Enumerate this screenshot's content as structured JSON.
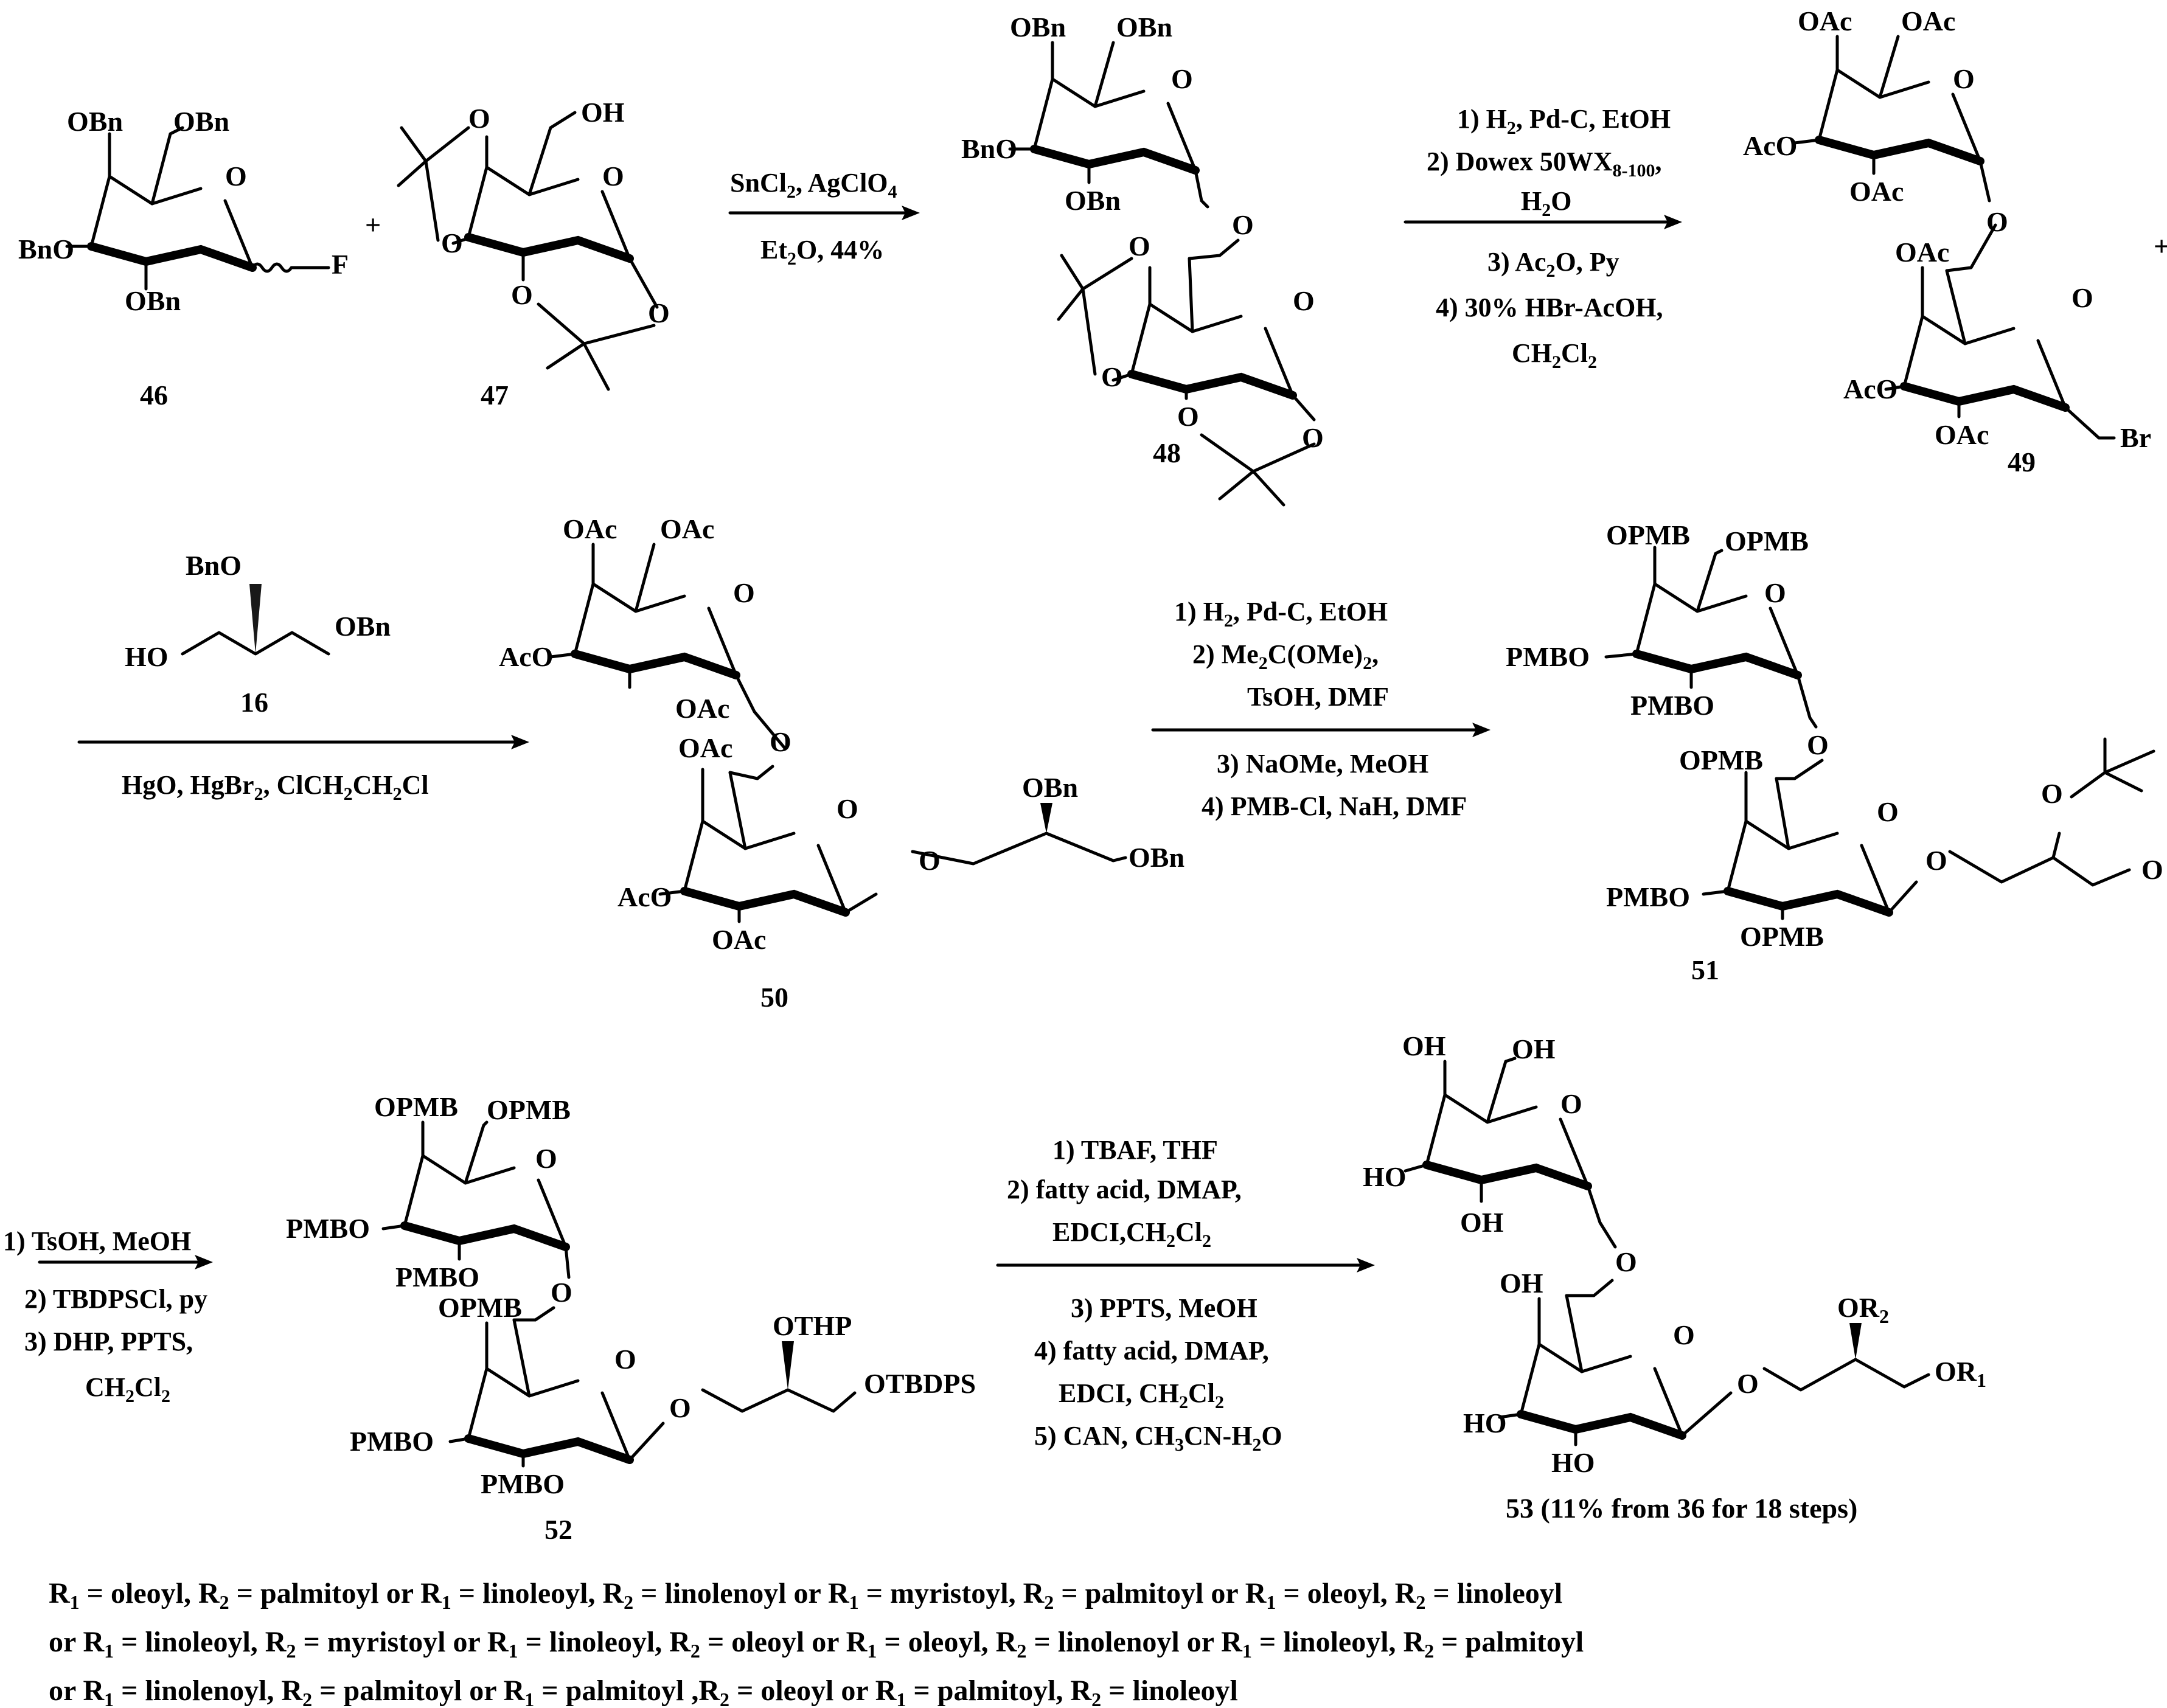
{
  "compounds": {
    "c46": {
      "number": "46",
      "labels": {
        "obn4": "OBn",
        "obn6": "OBn",
        "ring_o": "O",
        "bno3": "BnO",
        "obn2": "OBn",
        "f": "F"
      }
    },
    "plus1": "+",
    "c47": {
      "number": "47",
      "labels": {
        "oh": "OH",
        "o4": "O",
        "o3": "O",
        "ring_o": "O",
        "o2": "O",
        "o1": "O"
      }
    },
    "c48": {
      "number": "48",
      "labels": {
        "obn4": "OBn",
        "obn6": "OBn",
        "ring_o": "O",
        "bno3": "BnO",
        "obn2": "OBn",
        "link_o": "O",
        "o4b": "O",
        "o3b": "O",
        "ring_ob": "O",
        "o2b": "O",
        "o1b": "O"
      }
    },
    "c49": {
      "number": "49",
      "labels": {
        "oac4": "OAc",
        "oac6": "OAc",
        "ring_o": "O",
        "aco3": "AcO",
        "oac2": "OAc",
        "link_o": "O",
        "oac4b": "OAc",
        "ring_ob": "O",
        "aco3b": "AcO",
        "oac2b": "OAc",
        "br": "Br"
      }
    },
    "plus2": "+",
    "c16": {
      "number": "16",
      "labels": {
        "bno": "BnO",
        "obn": "OBn",
        "ho": "HO"
      }
    },
    "c50": {
      "number": "50",
      "labels": {
        "oac4": "OAc",
        "oac6": "OAc",
        "ring_o": "O",
        "aco3": "AcO",
        "oac2": "OAc",
        "link_o": "O",
        "oac4b": "OAc",
        "ring_ob": "O",
        "aco3b": "AcO",
        "oac2b": "OAc",
        "gly_o": "O",
        "obn_a": "OBn",
        "obn_b": "OBn"
      }
    },
    "c51": {
      "number": "51",
      "labels": {
        "opmb4": "OPMB",
        "opmb6": "OPMB",
        "ring_o": "O",
        "pmbo3": "PMBO",
        "pmbo2": "PMBO",
        "link_o": "O",
        "opmb4b": "OPMB",
        "ring_ob": "O",
        "pmbo3b": "PMBO",
        "opmb2b": "OPMB",
        "gly_o": "O",
        "o_a": "O",
        "o_b": "O"
      }
    },
    "c52": {
      "number": "52",
      "labels": {
        "opmb4": "OPMB",
        "opmb6": "OPMB",
        "ring_o": "O",
        "pmbo3": "PMBO",
        "pmbo2": "PMBO",
        "link_o": "O",
        "opmb4b": "OPMB",
        "ring_ob": "O",
        "pmbo3b": "PMBO",
        "pmbo2b": "PMBO",
        "gly_o": "O",
        "othp": "OTHP",
        "otbdps": "OTBDPS"
      }
    },
    "c53": {
      "number": "53 (11% from 36 for 18 steps)",
      "labels": {
        "oh4": "OH",
        "oh6": "OH",
        "ring_o": "O",
        "ho3": "HO",
        "oh2": "OH",
        "link_o": "O",
        "oh4b": "OH",
        "ring_ob": "O",
        "ho3b": "HO",
        "ho2b": "HO",
        "gly_o": "O",
        "or2_o": "OR",
        "or2_sub": "2",
        "or1_o": "OR",
        "or1_sub": "1"
      }
    }
  },
  "conditions": {
    "step1": {
      "above": {
        "a": "SnCl",
        "a_sub": "2",
        "b": ", AgClO",
        "b_sub": "4"
      },
      "below": {
        "a": "Et",
        "a_sub": "2",
        "b": "O, 44%"
      }
    },
    "step2": {
      "l1": {
        "a": "1) H",
        "a_sub": "2",
        "b": ",  Pd-C, EtOH"
      },
      "l2": {
        "a": "2) Dowex 50WX",
        "a_sub": "8-100",
        "b": ","
      },
      "l3": {
        "a": "H",
        "a_sub": "2",
        "b": "O"
      },
      "l4": {
        "a": "3) Ac",
        "a_sub": "2",
        "b": "O, Py"
      },
      "l5": "4) 30% HBr-AcOH,",
      "l6": {
        "a": "CH",
        "a_sub": "2",
        "b": "Cl",
        "b_sub": "2"
      }
    },
    "step3": {
      "below": {
        "a": "HgO, HgBr",
        "a_sub": "2",
        "b": ", ClCH",
        "b_sub": "2",
        "c": "CH",
        "c_sub": "2",
        "d": "Cl"
      }
    },
    "step4": {
      "l1": {
        "a": "1) H",
        "a_sub": "2",
        "b": ", Pd-C, EtOH"
      },
      "l2": {
        "a": "2) Me",
        "a_sub": "2",
        "b": "C(OMe)",
        "b_sub": "2",
        "c": ","
      },
      "l3": "TsOH, DMF",
      "l4": "3) NaOMe, MeOH",
      "l5": "4) PMB-Cl, NaH, DMF"
    },
    "step5": {
      "l1": "1) TsOH,  MeOH",
      "l2": "2) TBDPSCl, py",
      "l3": "3) DHP, PPTS,",
      "l4": {
        "a": "CH",
        "a_sub": "2",
        "b": "Cl",
        "b_sub": "2"
      }
    },
    "step6": {
      "l1": "1) TBAF, THF",
      "l2": "2) fatty acid, DMAP,",
      "l3": {
        "a": "EDCI,CH",
        "a_sub": "2",
        "b": "Cl",
        "b_sub": "2"
      },
      "l4": "3) PPTS, MeOH",
      "l5": "4) fatty acid, DMAP,",
      "l6": {
        "a": "EDCI, CH",
        "a_sub": "2",
        "b": "Cl",
        "b_sub": "2"
      },
      "l7": {
        "a": "5) CAN, CH",
        "a_sub": "3",
        "b": "CN-H",
        "b_sub": "2",
        "c": "O"
      }
    }
  },
  "footnote": {
    "line1": [
      {
        "t": "R"
      },
      {
        "s": "1"
      },
      {
        "t": " = oleoyl, R"
      },
      {
        "s": "2"
      },
      {
        "t": " = palmitoyl or R"
      },
      {
        "s": "1"
      },
      {
        "t": " = linoleoyl, R"
      },
      {
        "s": "2"
      },
      {
        "t": " = linolenoyl or R"
      },
      {
        "s": "1"
      },
      {
        "t": " = myristoyl, R"
      },
      {
        "s": "2"
      },
      {
        "t": " = palmitoyl or R"
      },
      {
        "s": "1"
      },
      {
        "t": " = oleoyl, R"
      },
      {
        "s": "2"
      },
      {
        "t": " = linoleoyl"
      }
    ],
    "line2": [
      {
        "t": "or R"
      },
      {
        "s": "1"
      },
      {
        "t": " = linoleoyl, R"
      },
      {
        "s": "2"
      },
      {
        "t": " = myristoyl or R"
      },
      {
        "s": "1"
      },
      {
        "t": " = linoleoyl, R"
      },
      {
        "s": "2"
      },
      {
        "t": " = oleoyl or R"
      },
      {
        "s": "1"
      },
      {
        "t": " = oleoyl, R"
      },
      {
        "s": "2"
      },
      {
        "t": " = linolenoyl or R"
      },
      {
        "s": "1"
      },
      {
        "t": " = linoleoyl, R"
      },
      {
        "s": "2"
      },
      {
        "t": " = palmitoyl"
      }
    ],
    "line3": [
      {
        "t": "or R"
      },
      {
        "s": "1"
      },
      {
        "t": " = linolenoyl, R"
      },
      {
        "s": "2"
      },
      {
        "t": " = palmitoyl or R"
      },
      {
        "s": "1"
      },
      {
        "t": " = palmitoyl ,R"
      },
      {
        "s": "2"
      },
      {
        "t": " = oleoyl or R"
      },
      {
        "s": "1"
      },
      {
        "t": " = palmitoyl, R"
      },
      {
        "s": "2"
      },
      {
        "t": " = linoleoyl"
      }
    ]
  }
}
